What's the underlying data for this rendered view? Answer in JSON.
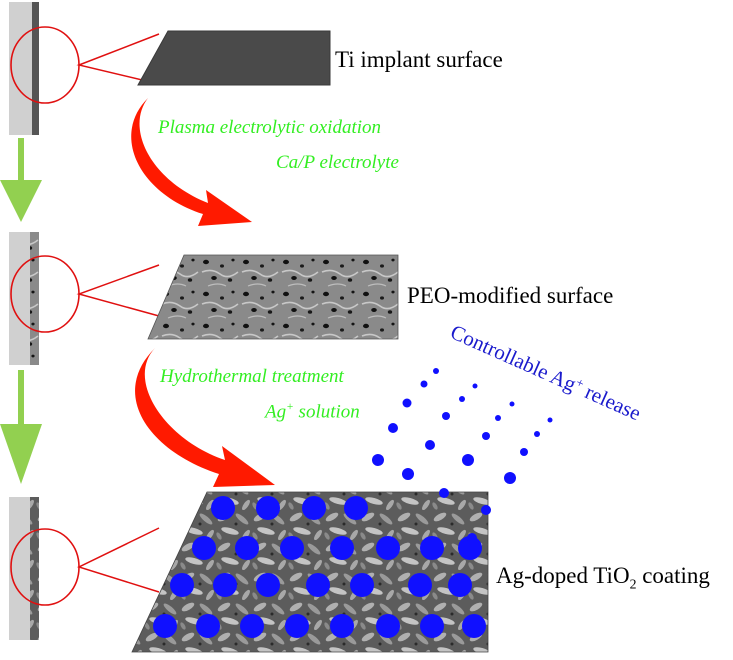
{
  "labels": {
    "step1": "Ti implant surface",
    "step2": "PEO-modified surface",
    "step3_main": "Ag-doped TiO",
    "step3_sub": "2",
    "step3_tail": " coating"
  },
  "process1": {
    "line1": "Plasma electrolytic oxidation",
    "line2": "Ca/P electrolyte"
  },
  "process2": {
    "line1": "Hydrothermal treatment",
    "line2_main": "Ag",
    "line2_sup": "+",
    "line2_tail": " solution"
  },
  "release": {
    "text_main": "Controllable Ag",
    "text_sup": "+",
    "text_tail": " release"
  },
  "colors": {
    "red": "#ff1a00",
    "green_arrow": "#92d050",
    "green_text": "#33ee22",
    "blue": "#1010ff",
    "blue_text": "#1a1acc",
    "ti_gray": "#4a4a4a"
  }
}
